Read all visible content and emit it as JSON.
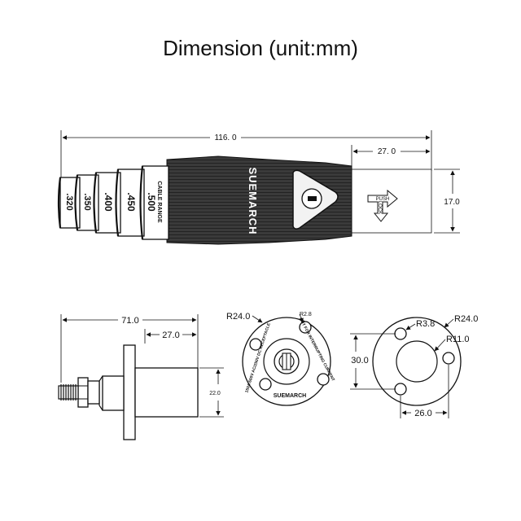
{
  "title": "Dimension (unit:mm)",
  "top_view": {
    "overall_length": "116. 0",
    "body_length": "27. 0",
    "height": "17.0",
    "logo_text": "SUEMARCH",
    "cable_range_label": "CABLE RANGE",
    "cable_sizes": [
      ".320",
      ".350",
      ".400",
      ".450",
      ".500"
    ],
    "push_label": "PUSH",
    "lock_label": "LOCK"
  },
  "side_view": {
    "overall_length": "71.0",
    "body_length": "27.0",
    "diameter": "22.0"
  },
  "front_view": {
    "outer_radius": "R24.0",
    "hole_radius": "R2.8",
    "ring_text_1": "NOT FOR INTERRUPTING CURRENT",
    "ring_text_2": "150A 600V AC/250V DC RECEPTACLE",
    "logo_text": "SUEMARCH"
  },
  "flange_view": {
    "hole_radius": "R3.8",
    "outer_radius": "R24.0",
    "inner_radius": "R11.0",
    "vertical_spacing": "30.0",
    "horizontal_spacing": "26.0"
  },
  "colors": {
    "ink": "#111111",
    "body_dark": "#2b2b2b",
    "background": "#ffffff"
  }
}
